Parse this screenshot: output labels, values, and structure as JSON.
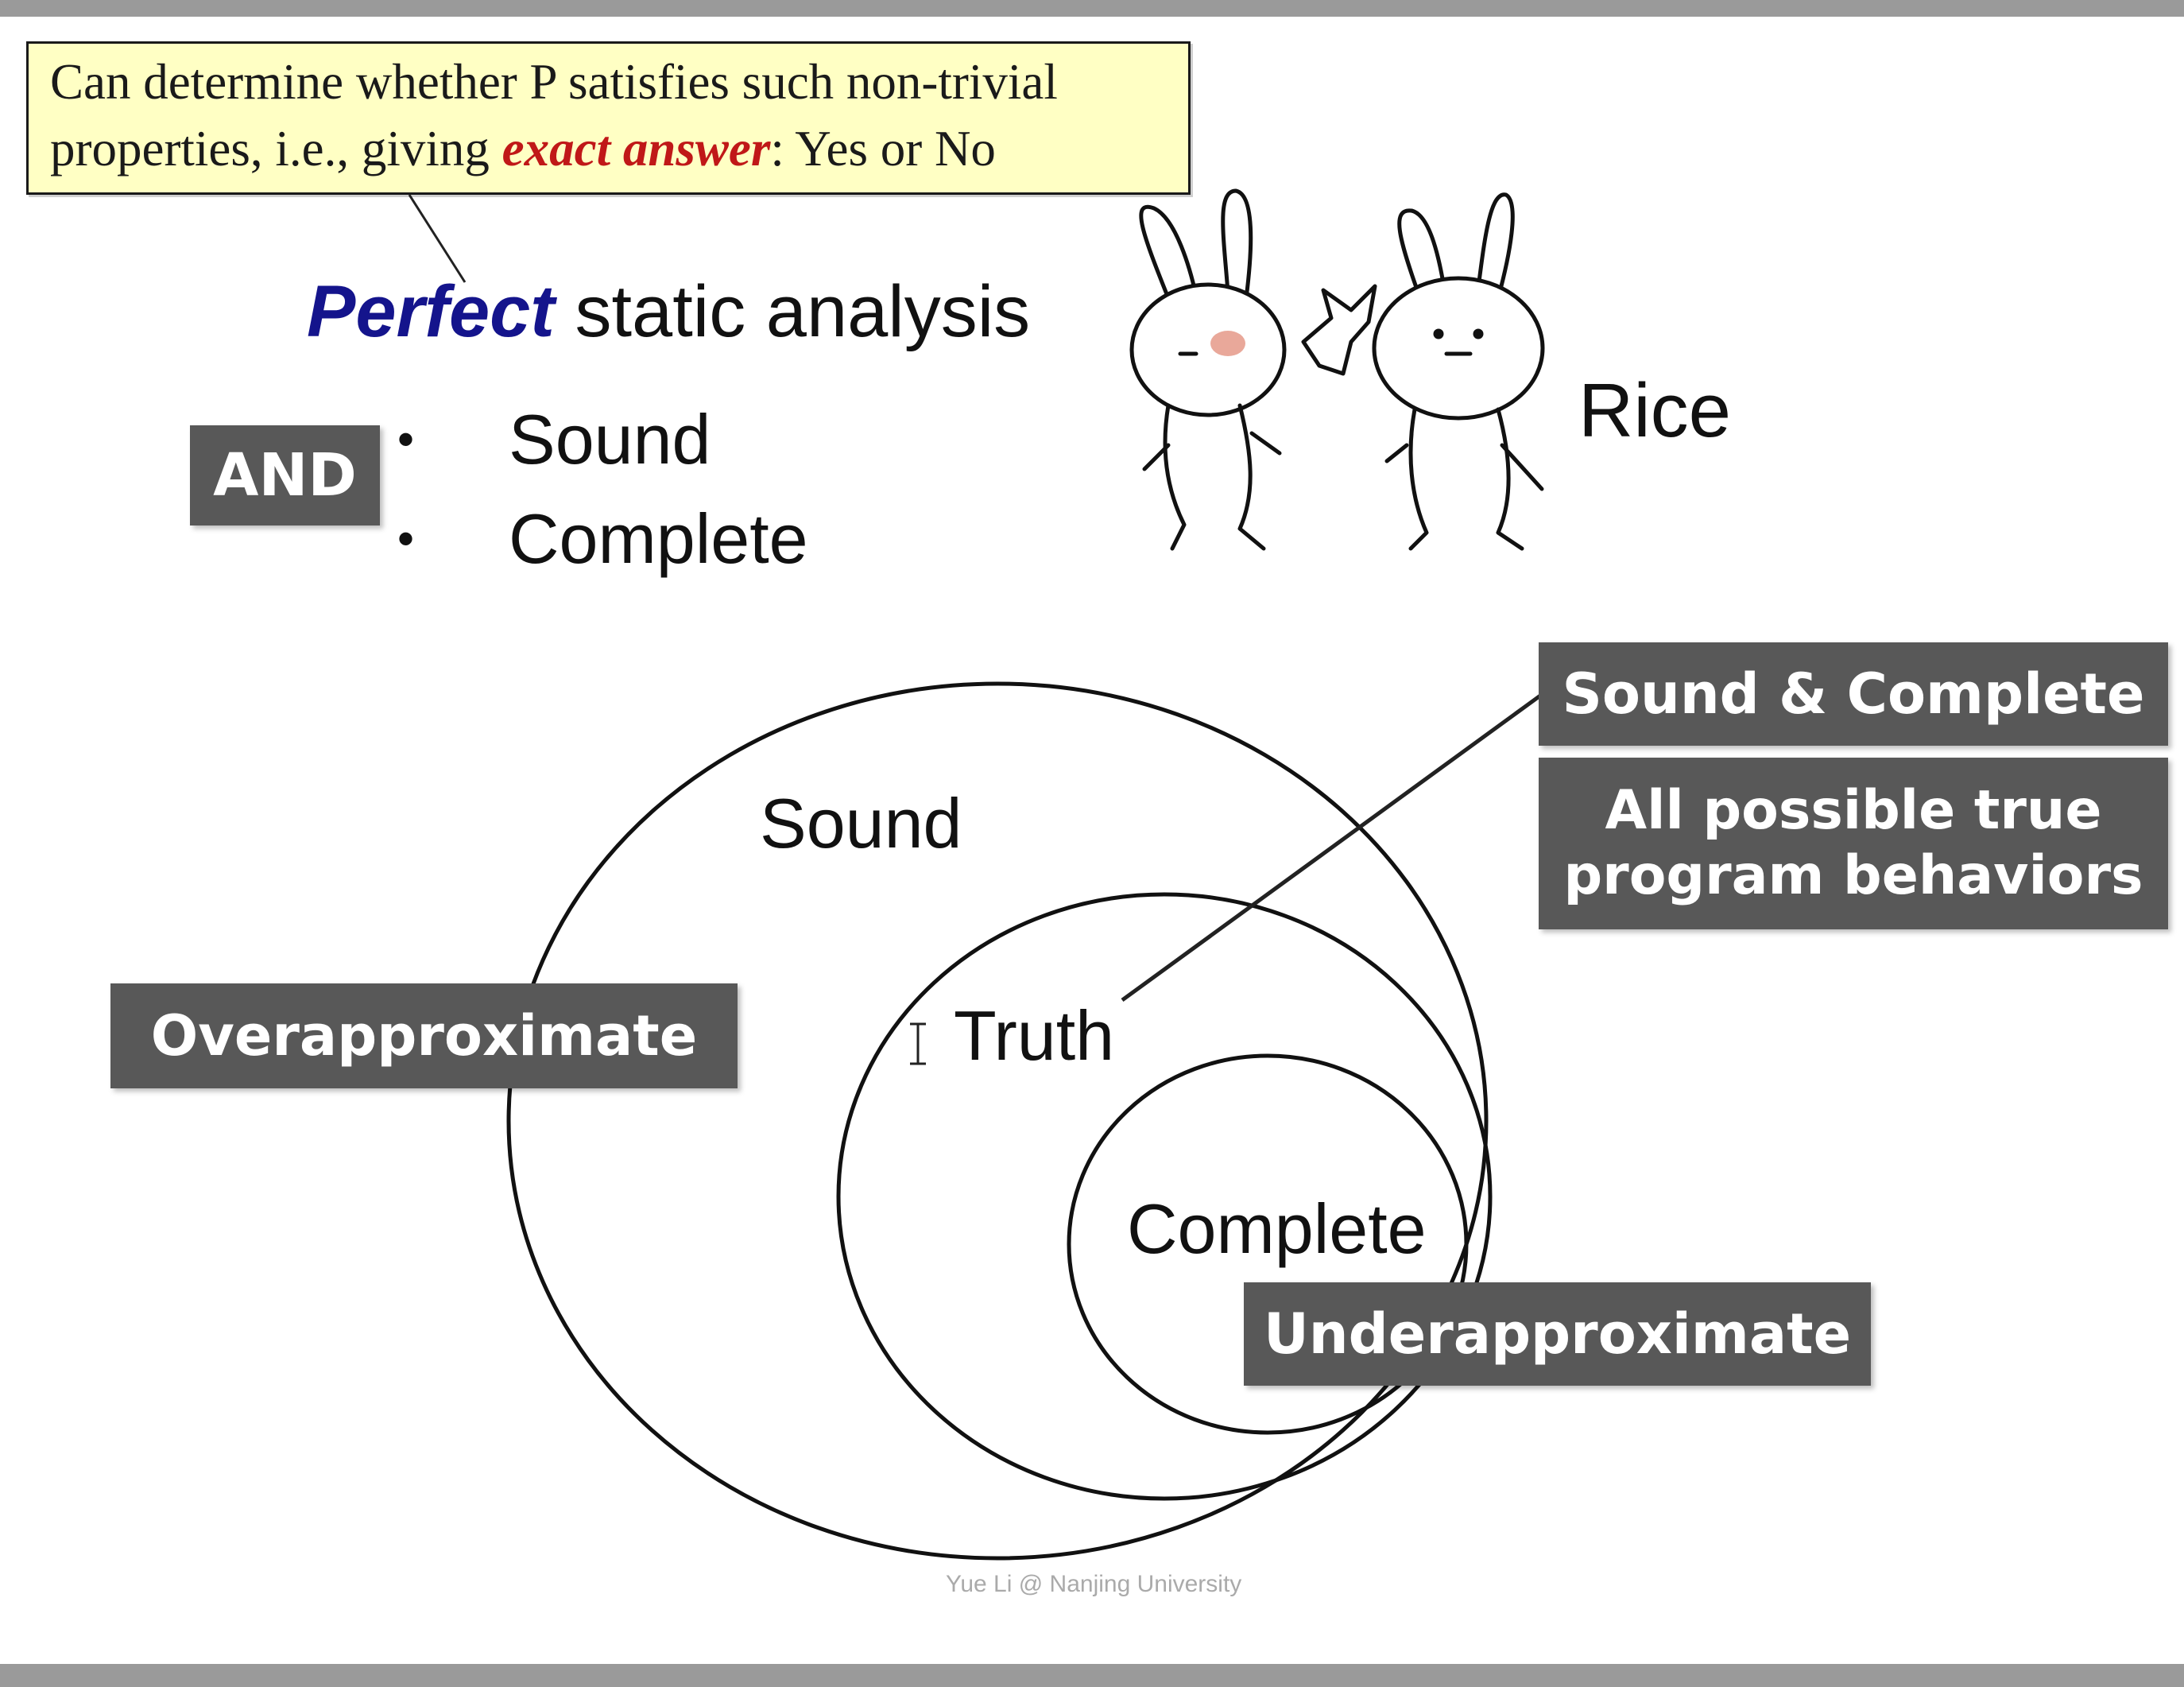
{
  "callout": {
    "line1": "Can determine whether P satisfies such non-trivial",
    "line2_prefix": "properties, i.e., giving ",
    "line2_emphasis": "exact answer",
    "line2_suffix": ": Yes or No"
  },
  "heading": {
    "emphasis": "Perfect",
    "rest": " static analysis"
  },
  "and_tag": "AND",
  "bullets": [
    "Sound",
    "Complete"
  ],
  "rice_label": "Rice",
  "diagram": {
    "sound_label": "Sound",
    "truth_label": "Truth",
    "complete_label": "Complete",
    "overapproximate_tag": "Overapproximate",
    "underapproximate_tag": "Underapproximate",
    "sound_complete_tag": "Sound & Complete",
    "truth_desc_line1": "All possible true",
    "truth_desc_line2": "program behaviors"
  },
  "footer": "Yue Li @ Nanjing University",
  "colors": {
    "tag_bg": "#585858",
    "callout_bg": "#ffffc4",
    "perfect": "#14148c",
    "exact_answer": "#c01818"
  }
}
